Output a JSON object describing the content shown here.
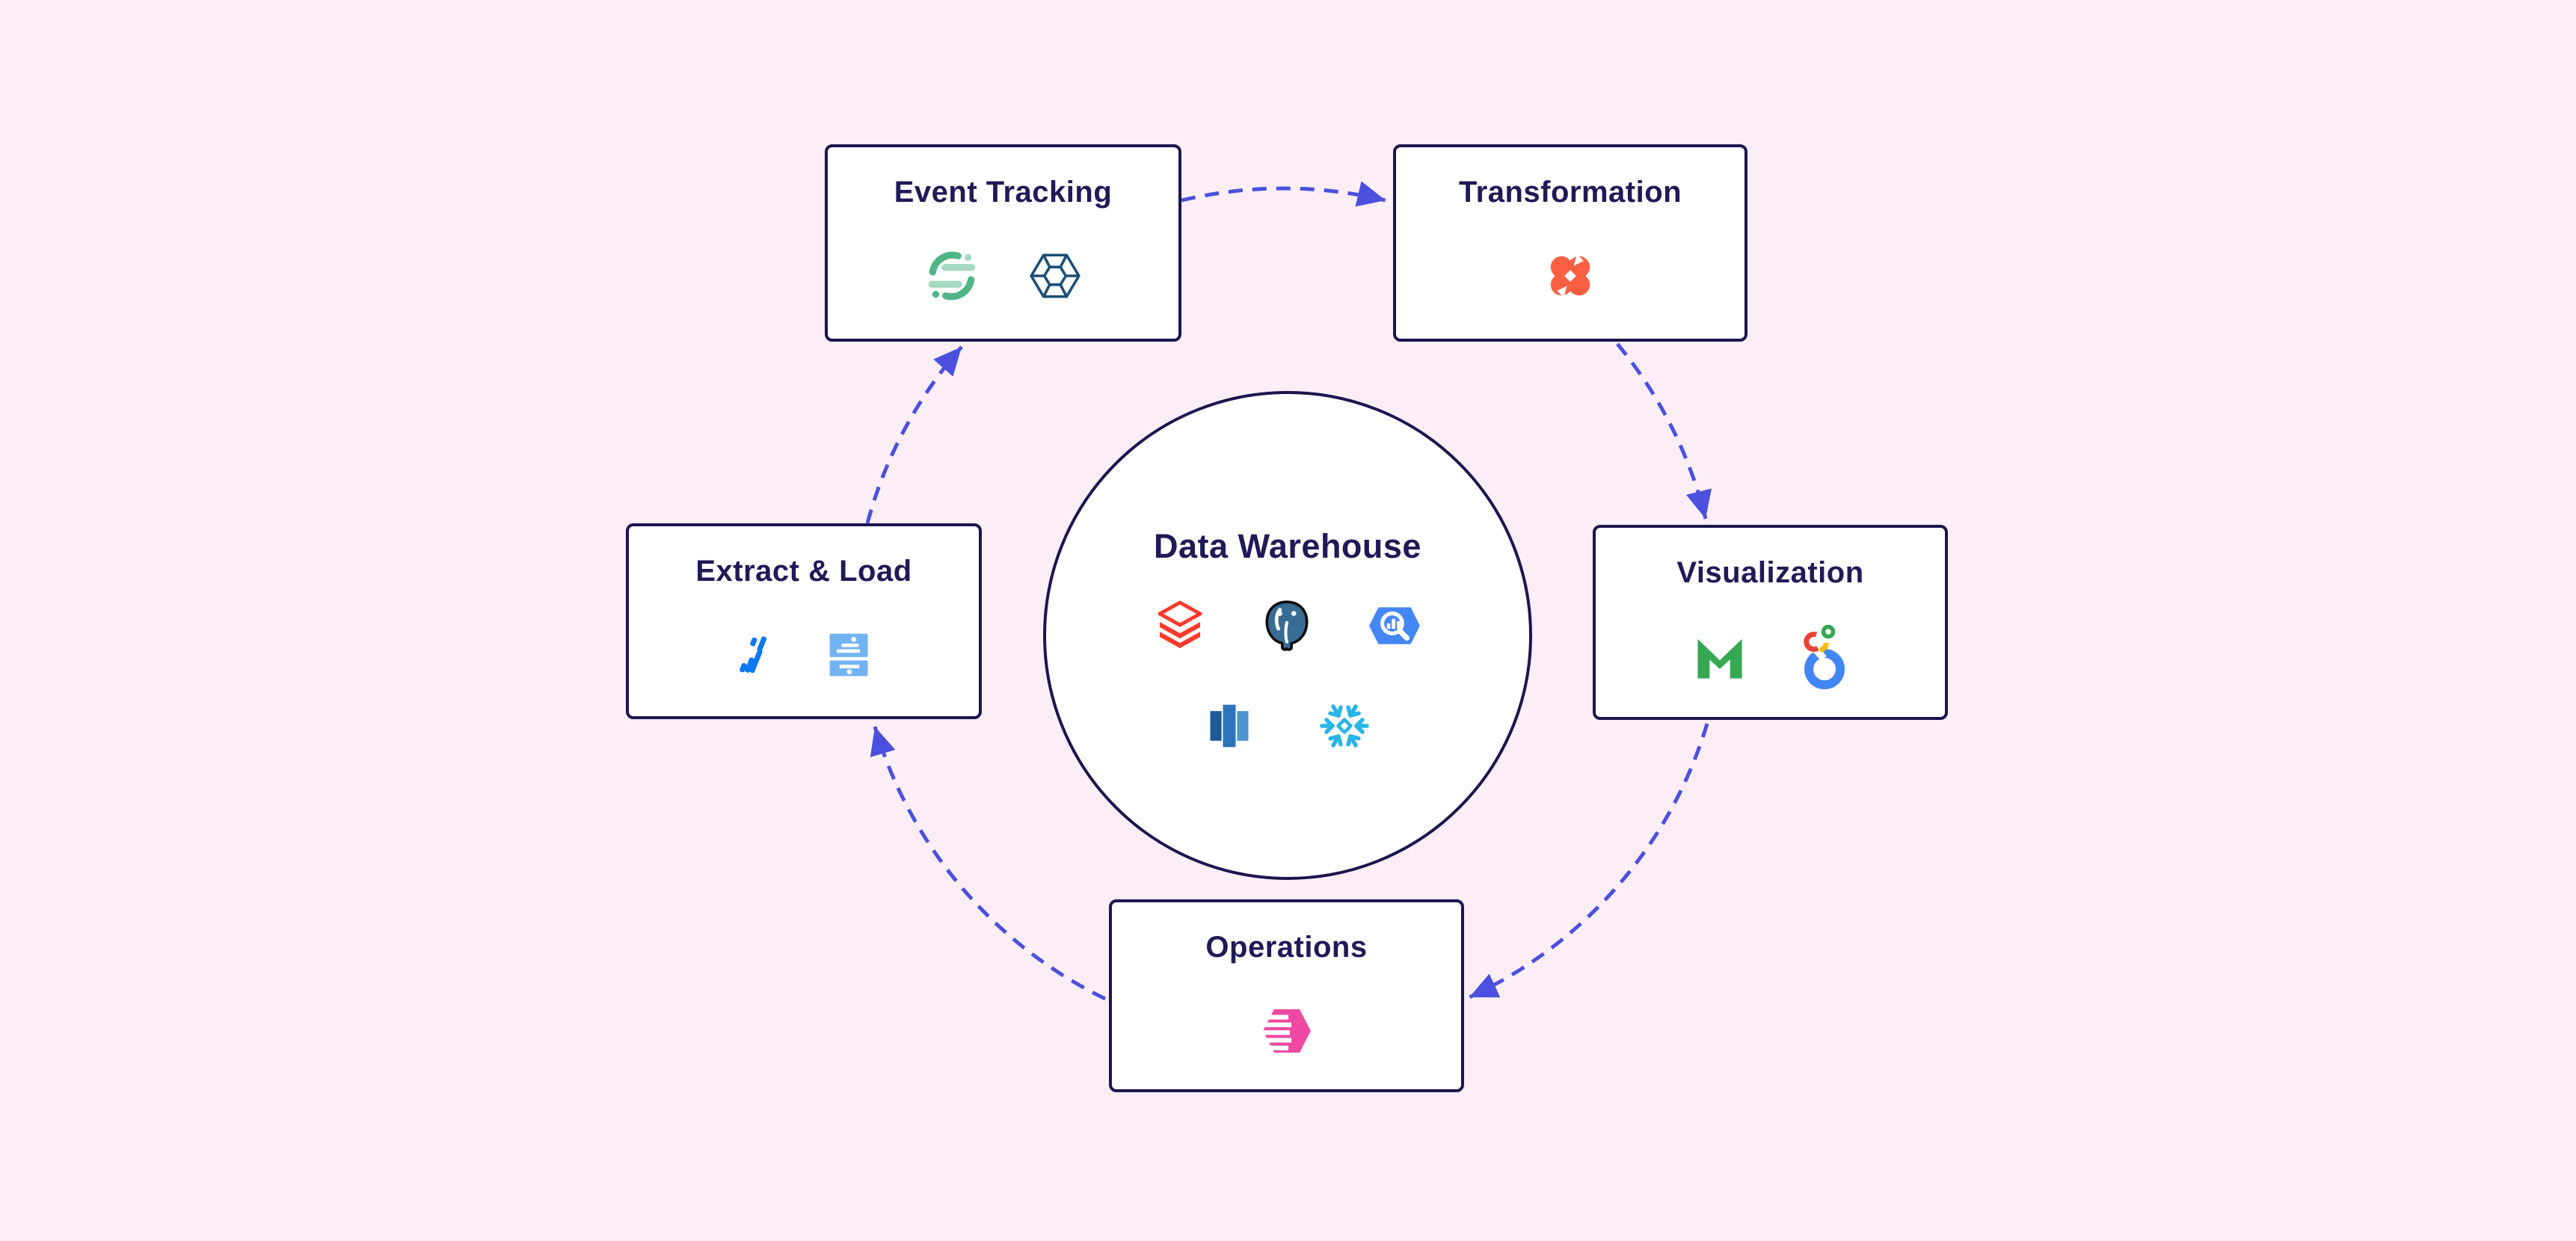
{
  "diagram": {
    "type": "cycle-diagram",
    "center": {
      "label": "Data Warehouse",
      "icons": [
        "databricks-icon",
        "postgresql-icon",
        "bigquery-icon",
        "redshift-icon",
        "snowflake-icon"
      ]
    },
    "stages": [
      {
        "id": "event-tracking",
        "label": "Event Tracking",
        "icons": [
          "segment-icon",
          "snowplow-icon"
        ]
      },
      {
        "id": "transformation",
        "label": "Transformation",
        "icons": [
          "dbt-icon"
        ]
      },
      {
        "id": "visualization",
        "label": "Visualization",
        "icons": [
          "mode-icon",
          "looker-icon"
        ]
      },
      {
        "id": "operations",
        "label": "Operations",
        "icons": [
          "census-icon"
        ]
      },
      {
        "id": "extract-load",
        "label": "Extract & Load",
        "icons": [
          "fivetran-icon",
          "stitch-icon"
        ]
      }
    ],
    "flow_order": [
      "event-tracking",
      "transformation",
      "visualization",
      "operations",
      "extract-load",
      "event-tracking"
    ],
    "arrow_style": "dashed"
  },
  "colors": {
    "background": "#fceef7",
    "box_fill": "#ffffff",
    "box_border": "#1c164f",
    "text": "#201a57",
    "arrow": "#4b50de",
    "segment_green": "#4fb585",
    "segment_green_light": "#a6d9c1",
    "snowplow_navy": "#1c4e75",
    "dbt_orange": "#fb5f42",
    "mode_green": "#34a853",
    "looker_blue": "#4285f4",
    "census_pink": "#ee4aa4",
    "fivetran_blue": "#0d78f2",
    "stitch_blue": "#72b3f2",
    "databricks_red": "#ff3a2d",
    "postgres_blue": "#396c94",
    "bigquery_blue": "#4487f4",
    "redshift_blue": "#2e74ba",
    "snowflake_cyan": "#29b5e8"
  }
}
